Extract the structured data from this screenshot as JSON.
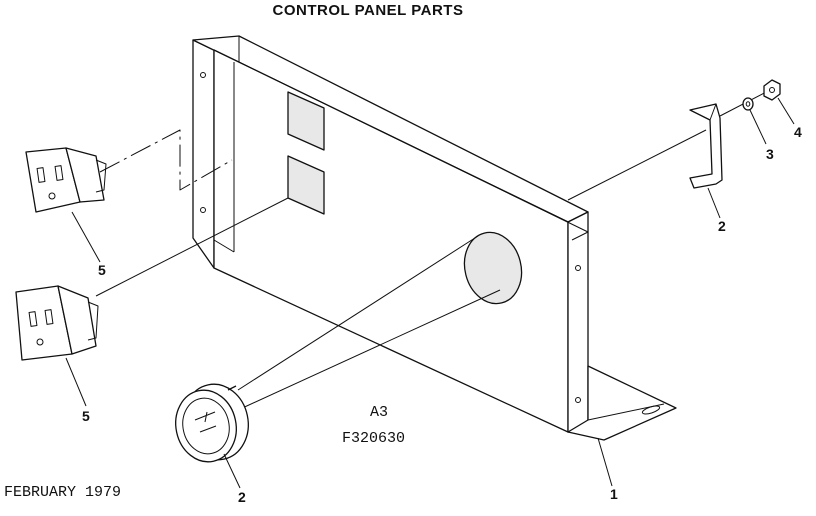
{
  "title": "CONTROL PANEL PARTS",
  "figure_code": "A3",
  "figure_number": "F320630",
  "date": "FEBRUARY 1979",
  "callouts": {
    "panel": "1",
    "gauge": "2",
    "bracket": "2",
    "washer": "3",
    "nut": "4",
    "outlet_upper": "5",
    "outlet_lower": "5"
  }
}
